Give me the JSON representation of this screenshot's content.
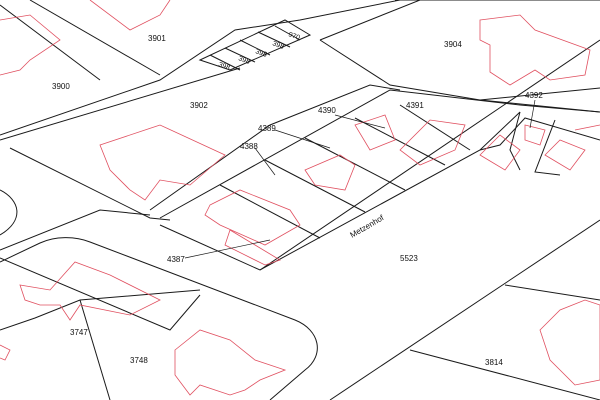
{
  "map": {
    "street_name": "Metzenhof",
    "parcels": [
      "3901",
      "3900",
      "3904",
      "3902",
      "4390",
      "4391",
      "4389",
      "4388",
      "4392",
      "4387",
      "5523",
      "3747",
      "3748",
      "3814"
    ],
    "small_parcels": [
      "970",
      "398",
      "398",
      "398",
      "398"
    ],
    "colors": {
      "parcel_line": "#1a1a1a",
      "building_line": "#e05060",
      "background": "#ffffff"
    }
  }
}
